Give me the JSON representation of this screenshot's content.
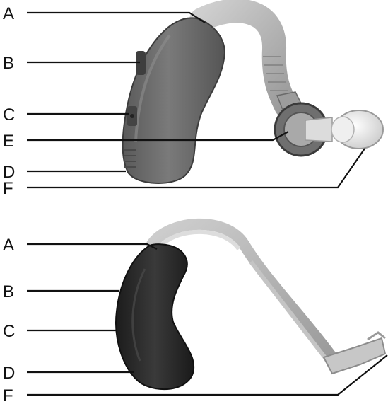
{
  "figure_top": {
    "labels": {
      "a": "A",
      "b": "B",
      "c": "C",
      "e": "E",
      "d": "D",
      "f": "F"
    }
  },
  "figure_bottom": {
    "labels": {
      "a": "A",
      "b": "B",
      "c": "C",
      "d": "D",
      "f": "F"
    }
  },
  "colors": {
    "top_body": "#6f6f6f",
    "top_tube": "#bdbdbd",
    "top_dome": "#e6e6e6",
    "bottom_body": "#2a2a2a",
    "bottom_tube": "#b8b8b8",
    "line": "#111111"
  }
}
